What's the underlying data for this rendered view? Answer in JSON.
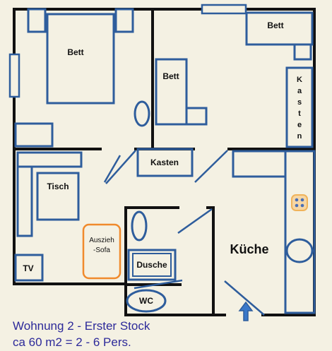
{
  "labels": {
    "bett_master": "Bett",
    "bett_top_right": "Bett",
    "bett_middle": "Bett",
    "kasten_vertical": [
      "K",
      "a",
      "s",
      "t",
      "e",
      "n"
    ],
    "kasten_center": "Kasten",
    "tisch": "Tisch",
    "auszieh_sofa_line1": "Auszieh",
    "auszieh_sofa_line2": "-Sofa",
    "tv": "TV",
    "kueche": "Küche",
    "dusche": "Dusche",
    "wc": "WC"
  },
  "caption": {
    "line1": "Wohnung 2 - Erster Stock",
    "line2": "ca 60 m2 = 2 - 6 Pers."
  },
  "colors": {
    "wall": "#111111",
    "furniture": "#2e5d9c",
    "sofa": "#f08a2c",
    "stove": "#f0b35a",
    "caption": "#2d2a9a",
    "background": "#f4f1e3"
  }
}
